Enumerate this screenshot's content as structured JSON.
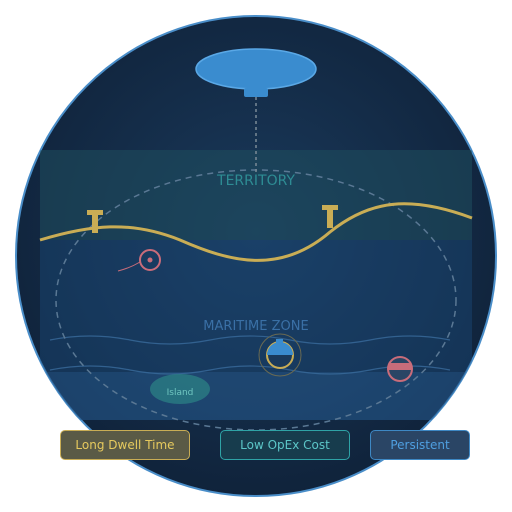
{
  "labels": {
    "territory": "TERRITORY",
    "maritime_zone": "MARITIME ZONE",
    "island": "Island"
  },
  "benefits": [
    {
      "label": "Long Dwell Time",
      "color": "#e6c95e"
    },
    {
      "label": "Low OpEx Cost",
      "color": "#5cc6c8"
    },
    {
      "label": "Persistent",
      "color": "#4f9fe0"
    }
  ],
  "colors": {
    "background_deep": "#10233d",
    "coastline": "#c9ad55",
    "aerostat": "#3a8ccf",
    "threat": "#c96c7a",
    "island": "#2f8f8a"
  }
}
